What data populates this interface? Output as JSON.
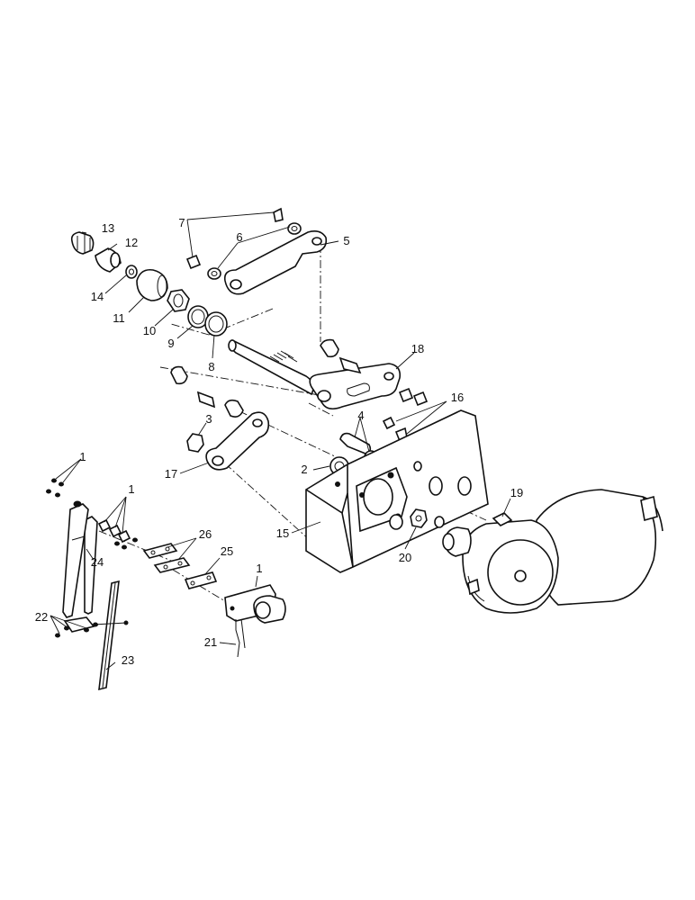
{
  "diagram": {
    "callouts": [
      {
        "id": "c1a",
        "text": "1"
      },
      {
        "id": "c1b",
        "text": "1"
      },
      {
        "id": "c1c",
        "text": "1"
      },
      {
        "id": "c2",
        "text": "2"
      },
      {
        "id": "c3",
        "text": "3"
      },
      {
        "id": "c4",
        "text": "4"
      },
      {
        "id": "c5",
        "text": "5"
      },
      {
        "id": "c6",
        "text": "6"
      },
      {
        "id": "c7",
        "text": "7"
      },
      {
        "id": "c8",
        "text": "8"
      },
      {
        "id": "c9",
        "text": "9"
      },
      {
        "id": "c10",
        "text": "10"
      },
      {
        "id": "c11",
        "text": "11"
      },
      {
        "id": "c12",
        "text": "12"
      },
      {
        "id": "c13",
        "text": "13"
      },
      {
        "id": "c14",
        "text": "14"
      },
      {
        "id": "c15",
        "text": "15"
      },
      {
        "id": "c16",
        "text": "16"
      },
      {
        "id": "c17",
        "text": "17"
      },
      {
        "id": "c18",
        "text": "18"
      },
      {
        "id": "c19",
        "text": "19"
      },
      {
        "id": "c20",
        "text": "20"
      },
      {
        "id": "c21",
        "text": "21"
      },
      {
        "id": "c22",
        "text": "22"
      },
      {
        "id": "c23",
        "text": "23"
      },
      {
        "id": "c24",
        "text": "24"
      },
      {
        "id": "c25",
        "text": "25"
      },
      {
        "id": "c26",
        "text": "26"
      }
    ]
  }
}
